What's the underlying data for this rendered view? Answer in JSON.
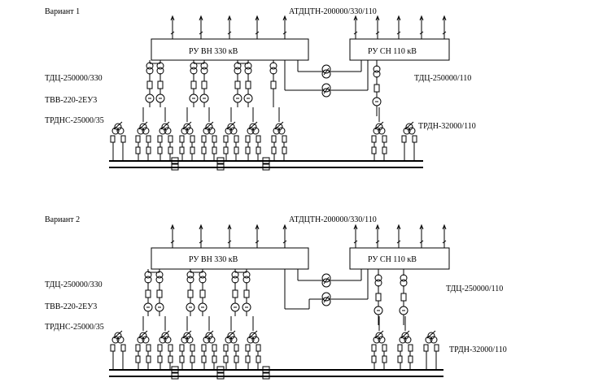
{
  "variant1": {
    "title": "Вариант 1",
    "atdctn": "АТДЦТН-200000/330/110",
    "ru_vn": "РУ ВН  330 кВ",
    "ru_sn": "РУ СН  110 кВ",
    "tdc_330": "ТДЦ-250000/330",
    "tvv": "ТВВ-220-2ЕУ3",
    "trdns": "ТРДНС-25000/35",
    "tdc_110": "ТДЦ-250000/110",
    "trdn": "ТРДН-32000/110"
  },
  "variant2": {
    "title": "Вариант 2",
    "atdctn": "АТДЦТН-200000/330/110",
    "ru_vn": "РУ ВН  330 кВ",
    "ru_sn": "РУ СН  110 кВ",
    "tdc_330": "ТДЦ-250000/330",
    "tvv": "ТВВ-220-2ЕУ3",
    "trdns": "ТРДНС-25000/35",
    "tdc_110": "ТДЦ-250000/110",
    "trdn": "ТРДН-32000/110"
  },
  "colors": {
    "line": "#000000",
    "background": "#ffffff"
  }
}
